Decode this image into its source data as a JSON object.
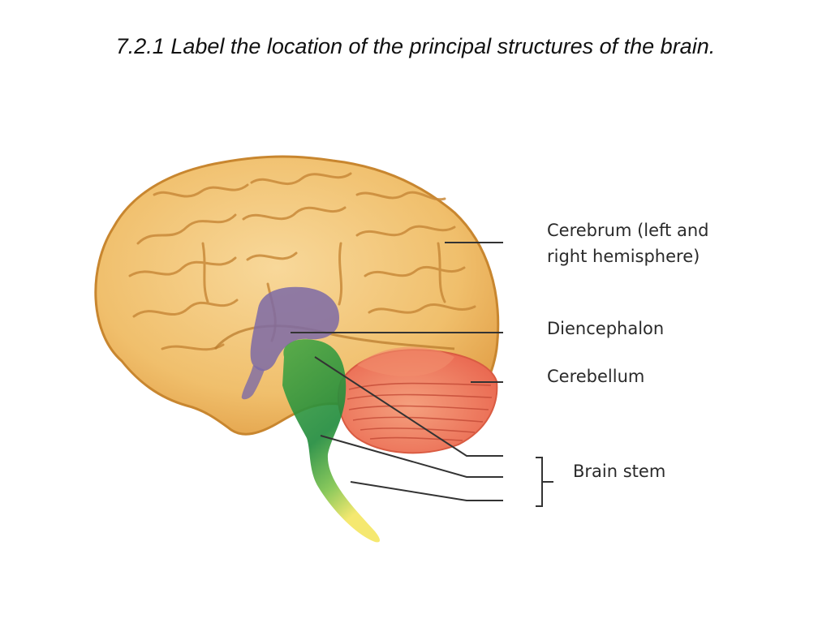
{
  "slide": {
    "title": "7.2.1 Label the location of the principal structures of the brain."
  },
  "labels": {
    "cerebrum_line1": "Cerebrum (left and",
    "cerebrum_line2": "right hemisphere)",
    "diencephalon": "Diencephalon",
    "cerebellum": "Cerebellum",
    "brain_stem": "Brain stem"
  },
  "colors": {
    "cerebrum": "#f2c274",
    "cerebrum_outline": "#c8862f",
    "diencephalon": "#7d6aa6",
    "cerebellum": "#ef7d63",
    "brain_stem": "#3f9e3a",
    "medulla_tip": "#f3e45a",
    "leader_line": "#333333"
  }
}
